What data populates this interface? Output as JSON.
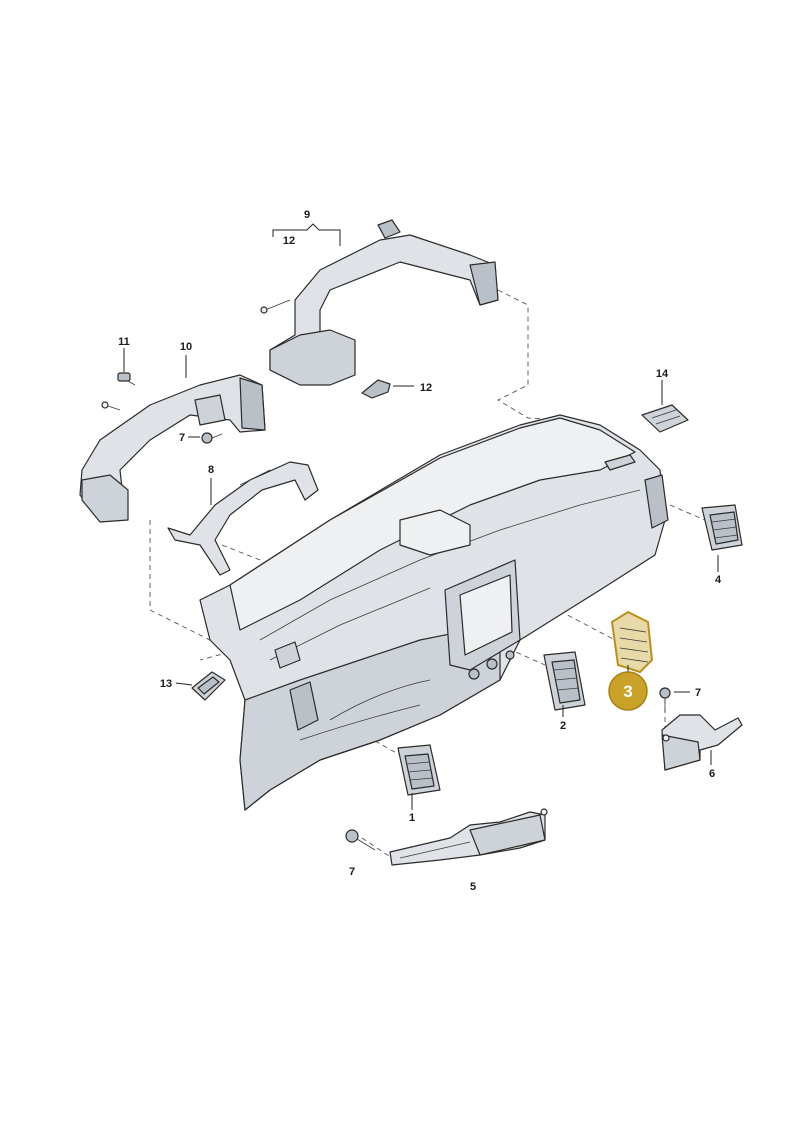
{
  "labels": {
    "p1": "1",
    "p2": "2",
    "p3": "3",
    "p4": "4",
    "p5": "5",
    "p6": "6",
    "p7a": "7",
    "p7b": "7",
    "p7c": "7",
    "p8": "8",
    "p9": "9",
    "p10": "10",
    "p11": "11",
    "p12a": "12",
    "p12b": "12",
    "p13": "13",
    "p14": "14"
  },
  "highlight": {
    "part": "3",
    "color": "#c9a227",
    "outline_color": "#b8901a"
  },
  "colors": {
    "part_fill": "#dfe3e7",
    "part_shade": "#b9c0c7",
    "line": "#2b2b2b"
  }
}
